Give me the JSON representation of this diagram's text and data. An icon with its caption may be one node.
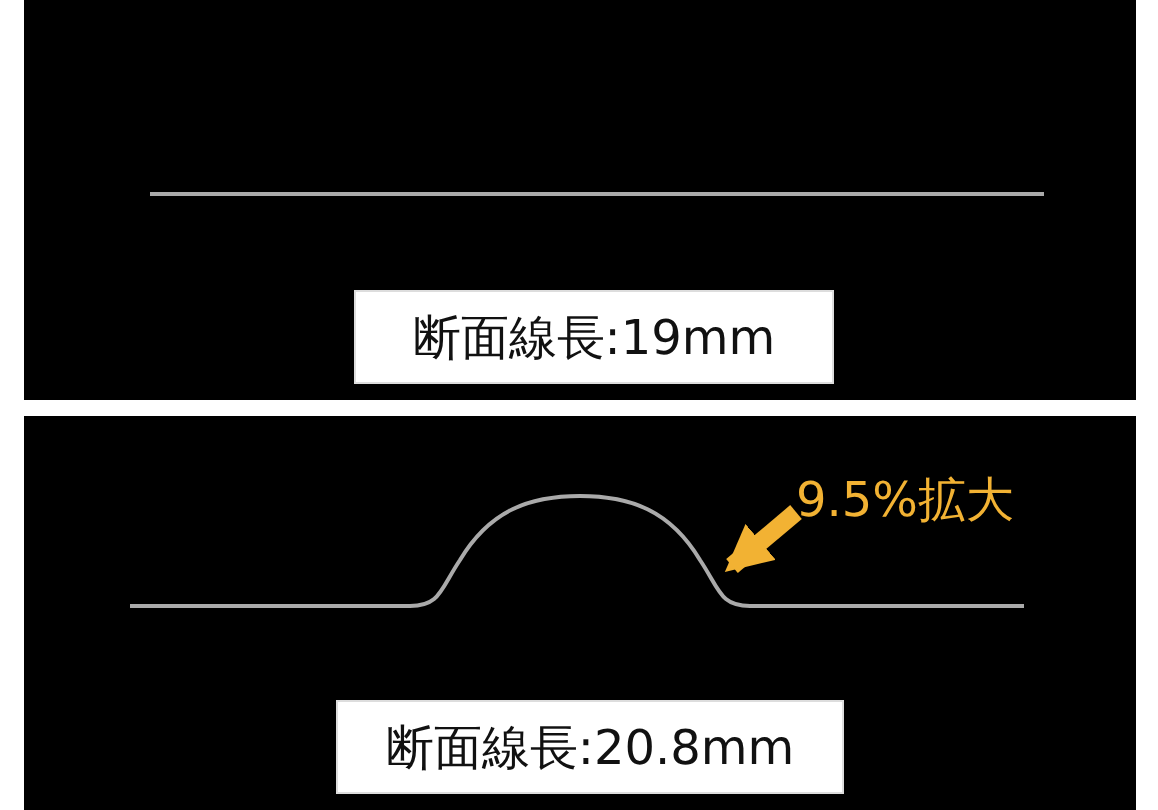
{
  "diagram": {
    "nodes": [
      {
        "text": [
          "断面線長:19mm"
        ]
      },
      {
        "text": [
          "9.5%拡大"
        ]
      },
      {
        "text": [],
        "shape": "curve"
      },
      {
        "text": [
          "断面線長:20.8mm"
        ]
      }
    ],
    "edges": [
      {
        "from": 1,
        "to": 2,
        "arrow": "to"
      }
    ]
  }
}
